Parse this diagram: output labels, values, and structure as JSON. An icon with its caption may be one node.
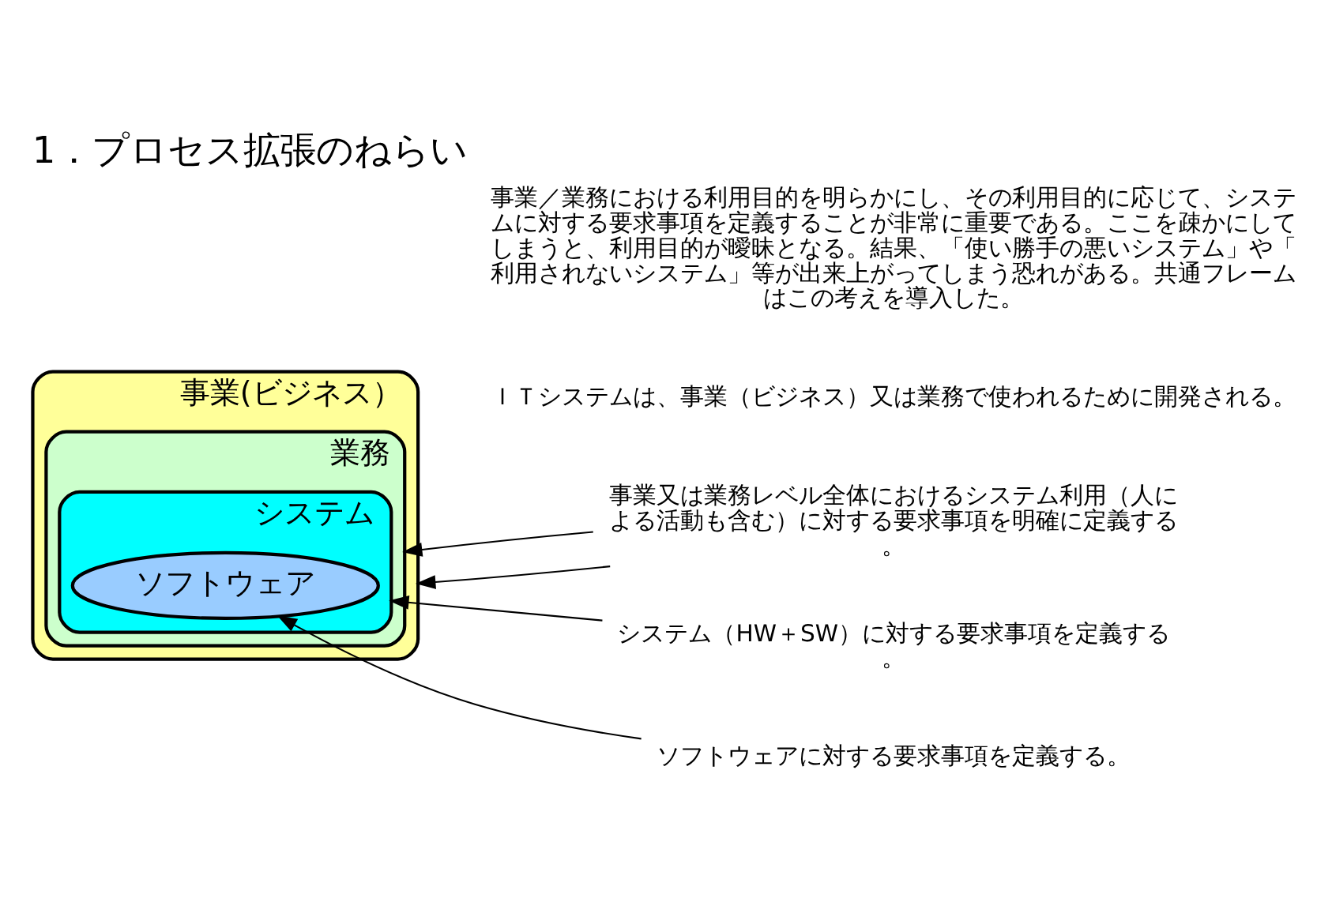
{
  "diagram": {
    "title": "1．プロセス拡張のねらい",
    "nodes": [
      {
        "text": [
          "事業(ビジネス）"
        ]
      },
      {
        "text": [
          "業務"
        ],
        "in": 0
      },
      {
        "text": [
          "システム"
        ],
        "in": 1
      },
      {
        "text": [
          "ソフトウェア"
        ],
        "in": 2
      },
      {
        "text": [
          "事業又は業務レベル全体におけるシステム利用（人による活動も含む）に対する要求事項を明確に定義する。"
        ]
      },
      {
        "text": [
          "システム（HW＋SW）に対する要求事項を定義する。"
        ]
      },
      {
        "text": [
          "ソフトウェアに対する要求事項を定義する。"
        ]
      }
    ],
    "edges": [
      {
        "from": 4,
        "to": 0,
        "arrow": "to"
      },
      {
        "from": 4,
        "to": 1,
        "arrow": "to"
      },
      {
        "from": 5,
        "to": 2,
        "arrow": "to"
      },
      {
        "from": 6,
        "to": 3,
        "arrow": "to"
      }
    ],
    "labels": [
      "ＩＴシステムは、事業（ビジネス）又は業務で使われるために開発される。",
      "事業／業務における利用目的を明らかにし、その利用目的に応じて、システムに対する要求事項を定義することが非常に重要である。ここを疎かにしてしまうと、利用目的が曖昧となる。結果、「使い勝手の悪いシステム」や「利用されないシステム」等が出来上がってしまう恐れがある。共通フレームはこの考えを導入した。"
    ]
  }
}
